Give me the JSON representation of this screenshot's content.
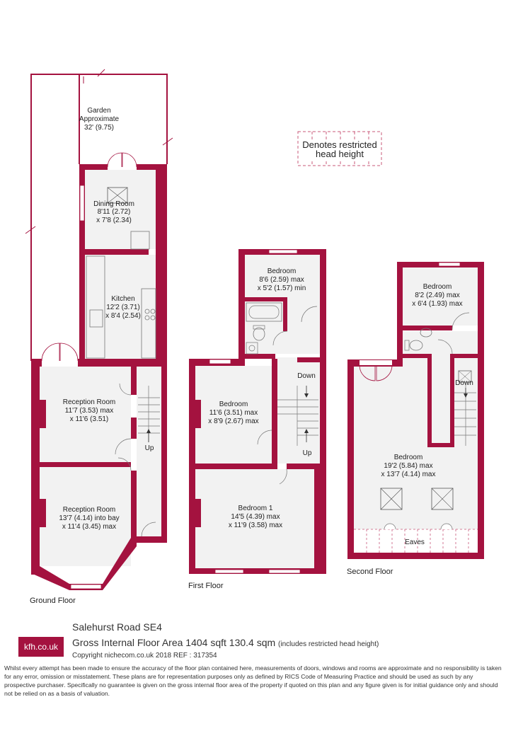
{
  "legend": {
    "line1": "Denotes restricted",
    "line2": "head height"
  },
  "rooms": {
    "garden": {
      "l1": "Garden",
      "l2": "Approximate",
      "l3": "32' (9.75)"
    },
    "dining": {
      "l1": "Dining Room",
      "l2": "8'11 (2.72)",
      "l3": "x 7'8 (2.34)"
    },
    "kitchen": {
      "l1": "Kitchen",
      "l2": "12'2 (3.71)",
      "l3": "x 8'4 (2.54)"
    },
    "reception1": {
      "l1": "Reception Room",
      "l2": "11'7 (3.53) max",
      "l3": "x 11'6 (3.51)"
    },
    "reception2": {
      "l1": "Reception Room",
      "l2": "13'7 (4.14) into bay",
      "l3": "x 11'4 (3.45) max"
    },
    "ff_bed_small": {
      "l1": "Bedroom",
      "l2": "8'6 (2.59) max",
      "l3": "x 5'2 (1.57) min"
    },
    "ff_bed_mid": {
      "l1": "Bedroom",
      "l2": "11'6 (3.51) max",
      "l3": "x 8'9 (2.67) max"
    },
    "ff_bed1": {
      "l1": "Bedroom 1",
      "l2": "14'5 (4.39) max",
      "l3": "x 11'9 (3.58) max"
    },
    "sf_bed_small": {
      "l1": "Bedroom",
      "l2": "8'2 (2.49) max",
      "l3": "x 6'4 (1.93) max"
    },
    "sf_bed_large": {
      "l1": "Bedroom",
      "l2": "19'2 (5.84) max",
      "l3": "x 13'7 (4.14) max"
    }
  },
  "stairs": {
    "up": "Up",
    "down": "Down",
    "eaves": "Eaves"
  },
  "floors": {
    "ground": "Ground Floor",
    "first": "First Floor",
    "second": "Second Floor"
  },
  "footer": {
    "logo": "kfh.co.uk",
    "address": "Salehurst Road  SE4",
    "gia": "Gross Internal Floor Area 1404 sqft 130.4 sqm",
    "gia_note": "(includes restricted head height)",
    "copyright": "Copyright nichecom.co.uk 2018 REF : 317354",
    "disclaimer": "Whilst every attempt has been made to ensure the accuracy of the floor plan contained here, measurements of doors, windows and rooms are approximate and no responsibility is taken for any error, omission or misstatement. These plans are for representation purposes only as defined by RICS Code of Measuring Practice and should be used as such by any prospective purchaser. Specifically no guarantee is given on the gross internal floor area of the property if quoted on this plan and any figure given is for initial guidance only and should not be relied on as a basis of valuation."
  },
  "colors": {
    "wall": "#a4123f",
    "floor": "#f2f2f2",
    "legend_border": "#c9587a"
  }
}
